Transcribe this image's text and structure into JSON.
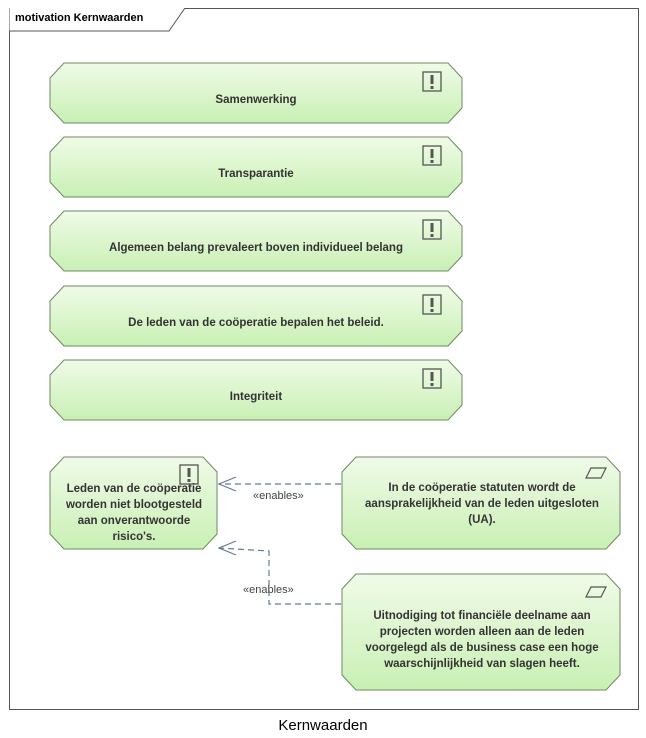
{
  "frame": {
    "title": "motivation Kernwaarden"
  },
  "values": [
    {
      "label": "Samenwerking"
    },
    {
      "label": "Transparantie"
    },
    {
      "label": "Algemeen belang prevaleert boven individueel belang"
    },
    {
      "label": "De leden van de coöperatie bepalen het beleid."
    },
    {
      "label": "Integriteit"
    }
  ],
  "principle": {
    "label": "Leden van de coöperatie worden niet blootgesteld aan onverantwoorde risico's."
  },
  "requirements": [
    {
      "label": "In de coöperatie statuten wordt de aansprakelijkheid van de leden uitgesloten (UA)."
    },
    {
      "label": "Uitnodiging tot financiële deelname aan projecten worden alleen aan de leden voorgelegd als de business case een hoge waarschijnlijkheid van slagen heeft."
    }
  ],
  "connectors": [
    {
      "label": "«enables»"
    },
    {
      "label": "«enables»"
    }
  ],
  "caption": "Kernwaarden",
  "colors": {
    "fill_top": "#f0fbe8",
    "fill_bottom": "#c9f0b4",
    "stroke": "#6e8a62",
    "icon": "#555555"
  },
  "icons": {
    "value": "exclamation-icon",
    "requirement": "parallelogram-icon"
  }
}
